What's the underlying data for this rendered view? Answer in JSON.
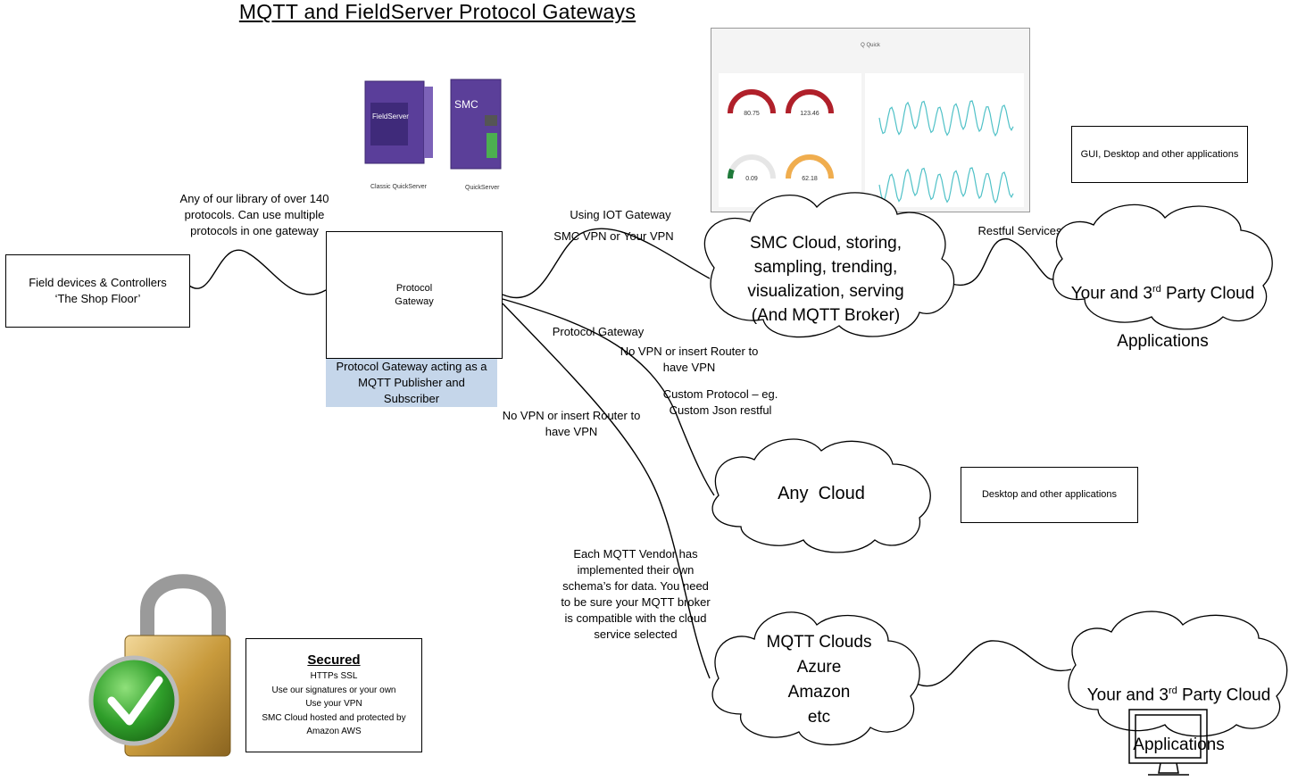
{
  "title": "MQTT and FieldServer Protocol Gateways",
  "boxes": {
    "field_devices": "Field devices & Controllers\n‘The Shop Floor’",
    "protocol_gateway": "Protocol\nGateway",
    "gui_apps": "GUI, Desktop and other applications",
    "desktop_apps": "Desktop and other applications"
  },
  "gateway_caption": "Protocol Gateway acting as a\nMQTT Publisher and\nSubscriber",
  "device_labels": {
    "left": "Classic QuickServer",
    "right": "QuickServer",
    "left_device_text": "FieldServer",
    "right_device_text": "SMC"
  },
  "notes": {
    "library": "Any of our library of over 140\nprotocols. Can use multiple\nprotocols in one gateway",
    "iot_gateway": "Using IOT Gateway",
    "smc_vpn": "SMC VPN or Your VPN",
    "restful": "Restful Services",
    "protocol_gateway": "Protocol Gateway",
    "no_vpn_1": "No VPN or insert Router to\nhave VPN",
    "custom_protocol": "Custom Protocol – eg.\nCustom Json restful",
    "no_vpn_2": "No VPN or insert Router to\nhave VPN",
    "mqtt_vendor": "Each MQTT Vendor has\nimplemented their own\nschema’s for data. You need\nto be sure your MQTT broker\nis compatible with the cloud\nservice selected"
  },
  "clouds": {
    "smc": "SMC Cloud, storing,\nsampling, trending,\nvisualization, serving\n(And MQTT Broker)",
    "third_party_top": {
      "line1_pre": "Your and 3",
      "sup": "rd",
      "line1_post": " Party Cloud",
      "line2": "Applications"
    },
    "any": "Any  Cloud",
    "mqtt": "MQTT Clouds\nAzure\nAmazon\netc",
    "third_party_bottom": {
      "line1_pre": "Your and 3",
      "sup": "rd",
      "line1_post": " Party Cloud",
      "line2": "Applications"
    }
  },
  "dashboard": {
    "header": "Q Quick",
    "gauges": [
      {
        "value": "80.75",
        "color": "#b0202a"
      },
      {
        "value": "123.46",
        "color": "#b0202a"
      },
      {
        "value": "0.09",
        "color": "#1f7a3a"
      },
      {
        "value": "62.18",
        "color": "#f0ad4e"
      }
    ],
    "line_color": "#4fc1c7"
  },
  "secured": {
    "heading": "Secured",
    "lines": [
      "HTTPs SSL",
      "Use our signatures or your own",
      "Use your VPN",
      "SMC Cloud hosted and protected by",
      "Amazon AWS"
    ]
  }
}
